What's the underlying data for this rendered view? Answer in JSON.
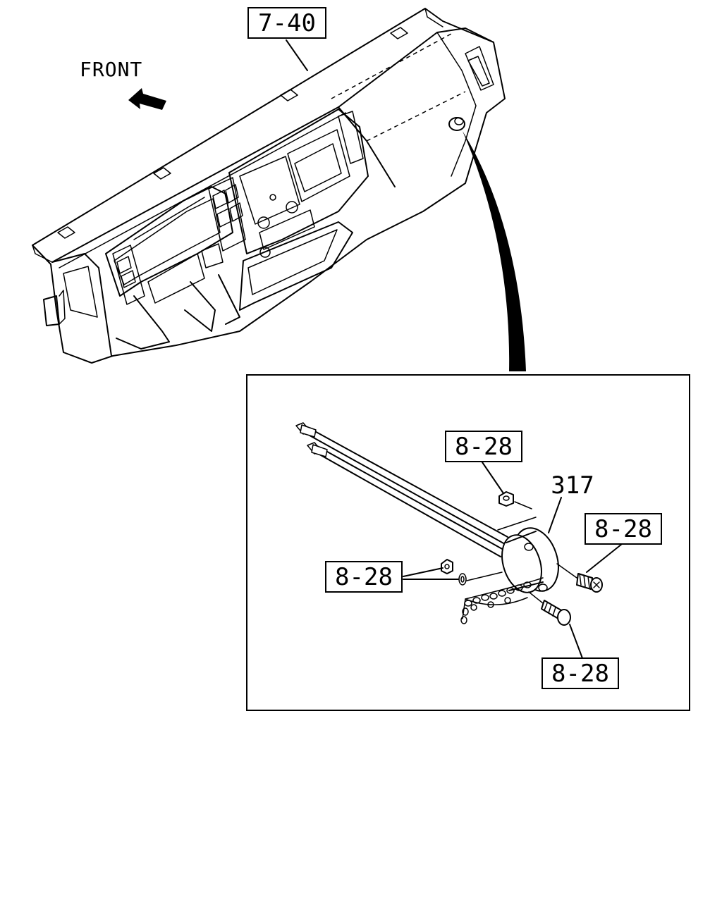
{
  "direction_label": "FRONT",
  "callouts": {
    "dashboard_ref": "7-40",
    "nut_top_ref": "8-28",
    "part_number": "317",
    "screw_right_ref": "8-28",
    "nut_washer_left_ref": "8-28",
    "bolt_bottom_ref": "8-28"
  }
}
